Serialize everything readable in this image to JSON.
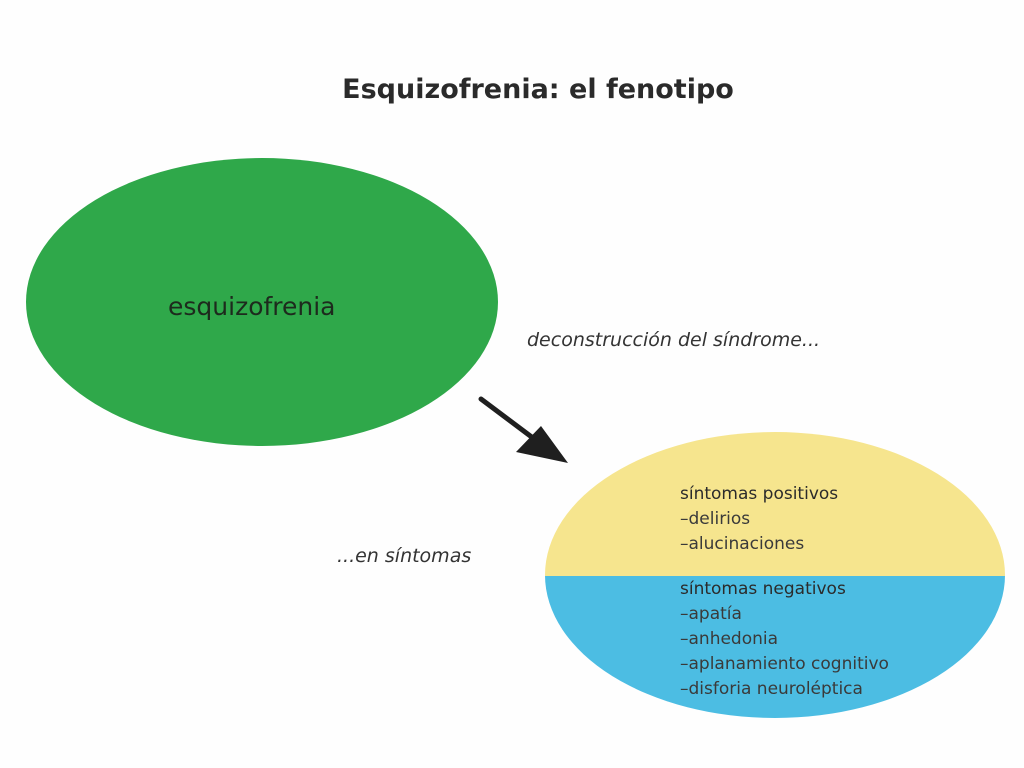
{
  "title": "Esquizofrenia: el fenotipo",
  "colors": {
    "green_ellipse": "#2fa84a",
    "yellow_half": "#f6e58e",
    "blue_half": "#4cbde3",
    "arrow": "#1f1f1f",
    "background": "#fefefe"
  },
  "diagram": {
    "syndrome": {
      "label": "esquizofrenia"
    },
    "arrow_note": "deconstrucción del síndrome...",
    "result_note": "...en síntomas",
    "positive": {
      "heading": "síntomas positivos",
      "items": [
        "–delirios",
        "–alucinaciones"
      ]
    },
    "negative": {
      "heading": "síntomas negativos",
      "items": [
        "–apatía",
        "–anhedonia",
        "–aplanamiento cognitivo",
        "–disforia neuroléptica"
      ]
    }
  },
  "icons": {
    "arrow": "arrow-down-right-icon"
  }
}
